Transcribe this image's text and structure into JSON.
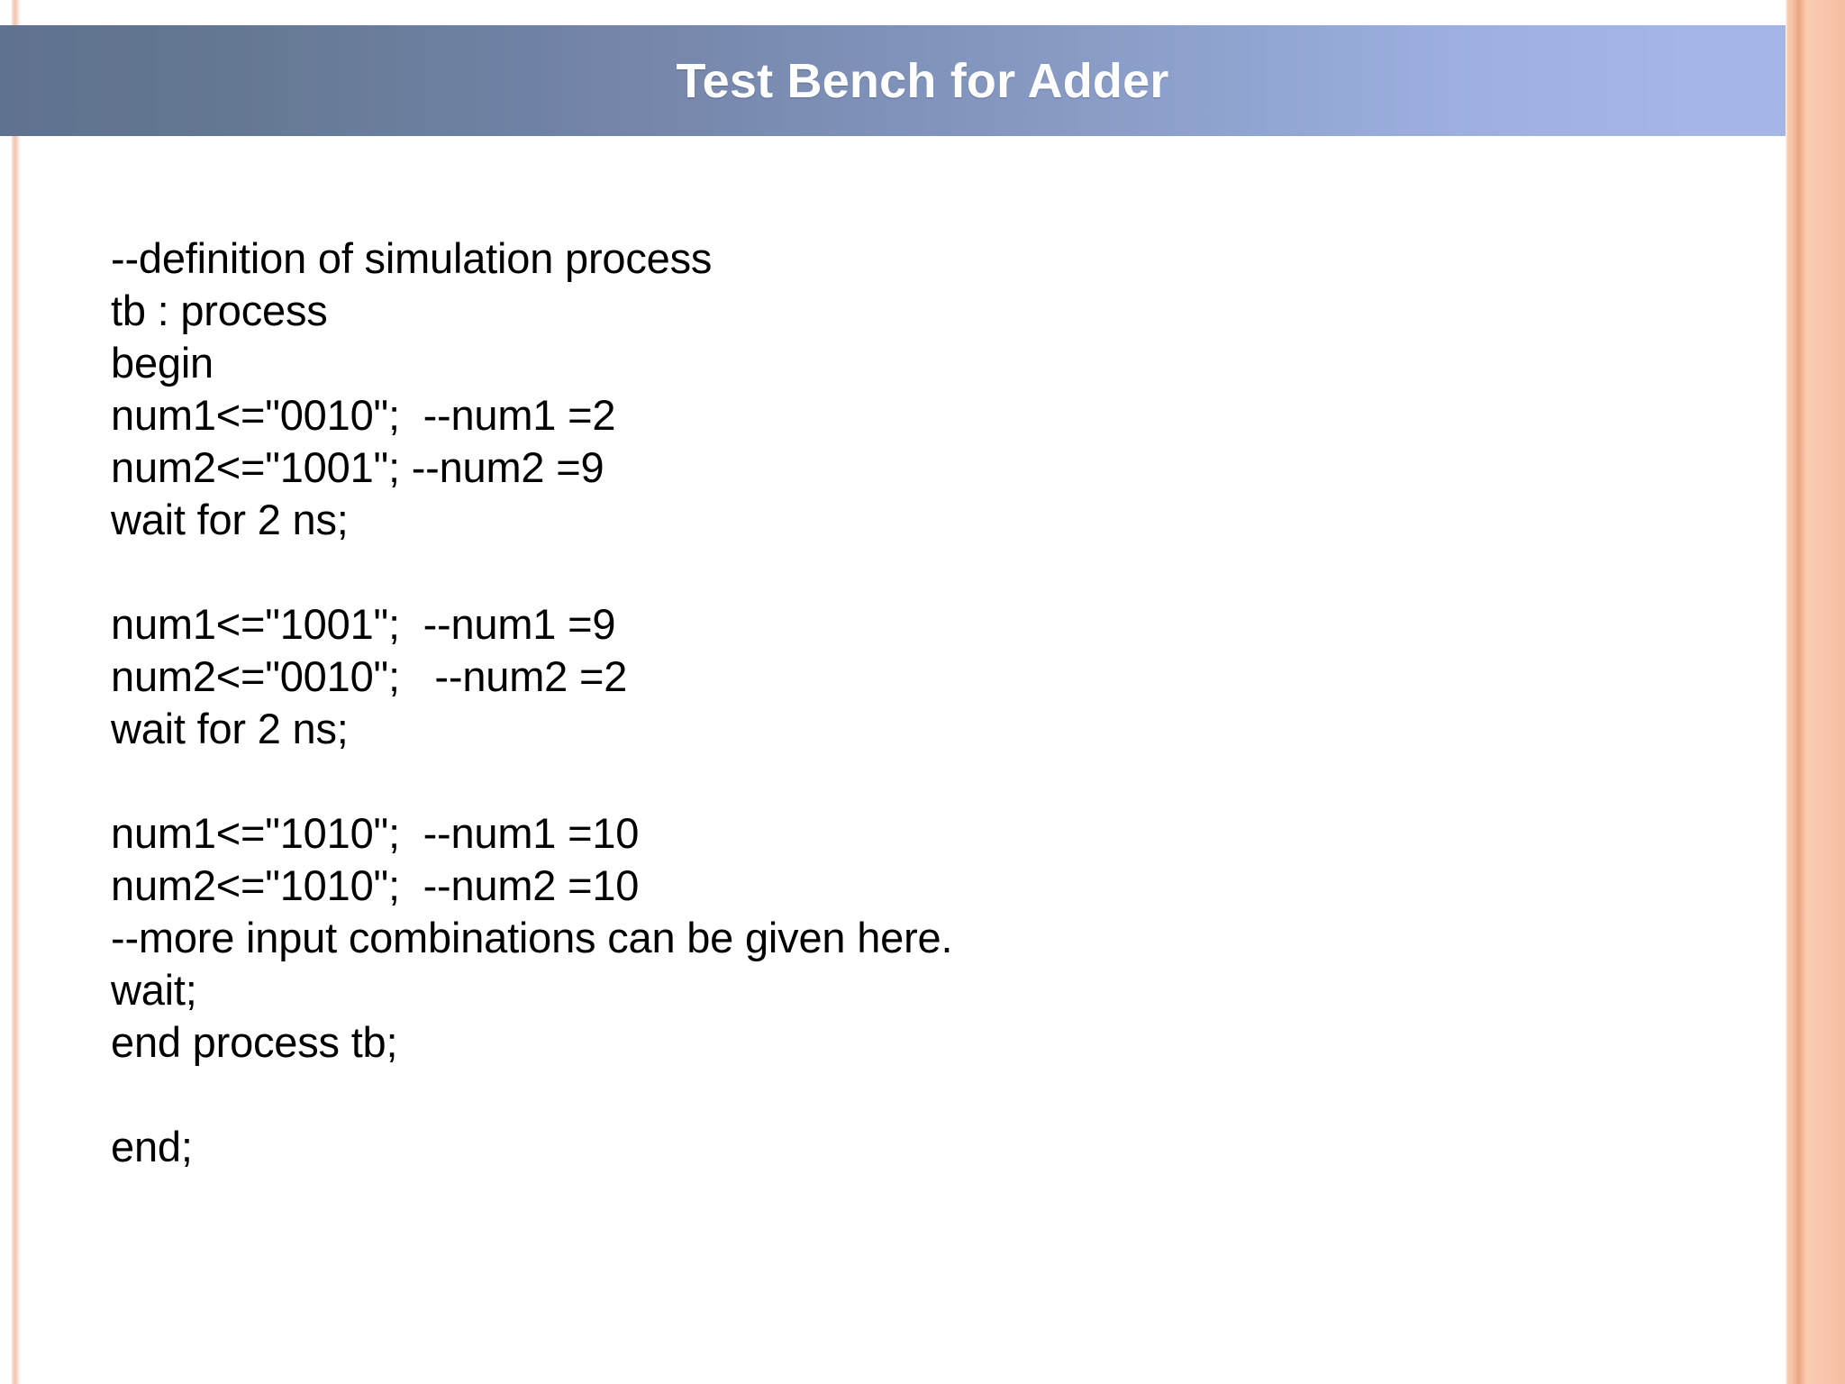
{
  "slide": {
    "title": "Test Bench for Adder",
    "colors": {
      "title_gradient_start": "#5f7290",
      "title_gradient_end": "#a5b6e4",
      "title_text": "#ffffff",
      "body_text": "#000000",
      "stripe_peach": "#f6c4a9",
      "stripe_peach_dark": "#e9a581",
      "background": "#ffffff"
    }
  },
  "code": {
    "lines": [
      "--definition of simulation process",
      "tb : process",
      "begin",
      "num1<=\"0010\";  --num1 =2",
      "num2<=\"1001\"; --num2 =9",
      "wait for 2 ns;",
      "",
      "num1<=\"1001\";  --num1 =9",
      "num2<=\"0010\";   --num2 =2",
      "wait for 2 ns;",
      "",
      "num1<=\"1010\";  --num1 =10",
      "num2<=\"1010\";  --num2 =10",
      "--more input combinations can be given here.",
      "wait;",
      "end process tb;",
      "",
      "end;"
    ]
  }
}
